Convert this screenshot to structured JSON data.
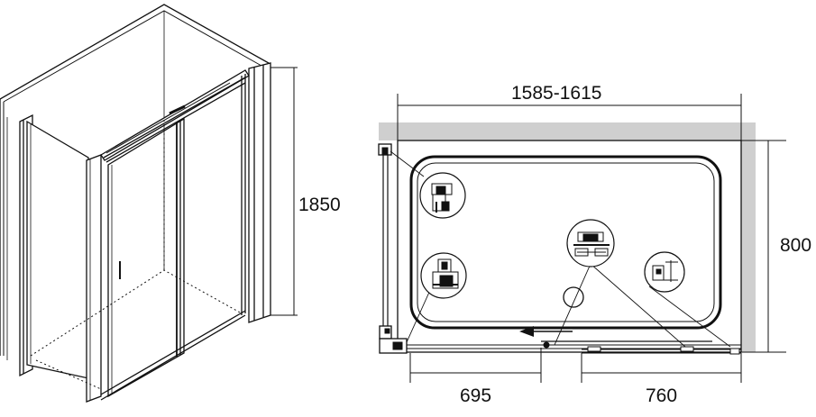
{
  "dimensions": {
    "height": "1850",
    "width_range": "1585-1615",
    "depth": "800",
    "fixed_panel": "695",
    "sliding_door": "760"
  },
  "colors": {
    "line": "#111111",
    "wall_gray": "#cfcfcf",
    "background": "#ffffff"
  },
  "icons": [
    "shower-enclosure-isometric",
    "shower-tray-plan",
    "wall-profile-detail",
    "panel-clamp-detail",
    "roller-detail",
    "handle-detail",
    "drain-circle",
    "slide-direction-arrow"
  ]
}
